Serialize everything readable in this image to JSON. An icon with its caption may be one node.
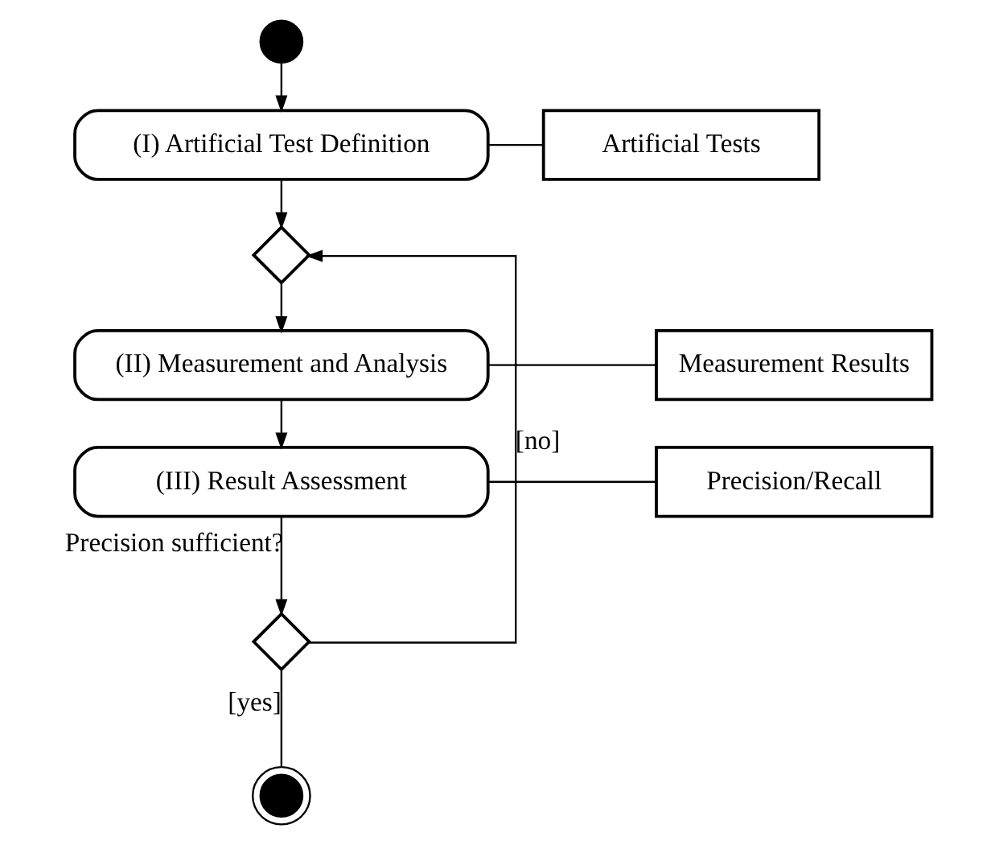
{
  "diagram": {
    "nodes": [
      {
        "text": [],
        "shape": "circle"
      },
      {
        "text": [
          "(I) Artificial Test Definition"
        ]
      },
      {
        "text": [
          "Artificial Tests"
        ]
      },
      {
        "text": [],
        "shape": "diamond"
      },
      {
        "text": [
          "(II) Measurement and Analysis"
        ]
      },
      {
        "text": [
          "Measurement Results"
        ]
      },
      {
        "text": [
          "(III) Result Assessment"
        ]
      },
      {
        "text": [
          "Precision/Recall"
        ]
      },
      {
        "text": [],
        "shape": "diamond"
      },
      {
        "text": [],
        "shape": "circle"
      }
    ],
    "edges": [
      {
        "from": 0,
        "to": 1,
        "arrow": "to"
      },
      {
        "from": 1,
        "to": 2,
        "arrow": "none"
      },
      {
        "from": 1,
        "to": 3,
        "arrow": "to"
      },
      {
        "from": 3,
        "to": 4,
        "arrow": "to"
      },
      {
        "from": 4,
        "to": 5,
        "arrow": "none"
      },
      {
        "from": 4,
        "to": 6,
        "arrow": "to"
      },
      {
        "from": 6,
        "to": 7,
        "arrow": "none"
      },
      {
        "from": 6,
        "to": 8,
        "arrow": "to",
        "label": "Precision sufficient?"
      },
      {
        "from": 8,
        "to": 3,
        "arrow": "to",
        "label": "[no]"
      },
      {
        "from": 8,
        "to": 9,
        "arrow": "none",
        "label": "[yes]"
      }
    ]
  }
}
